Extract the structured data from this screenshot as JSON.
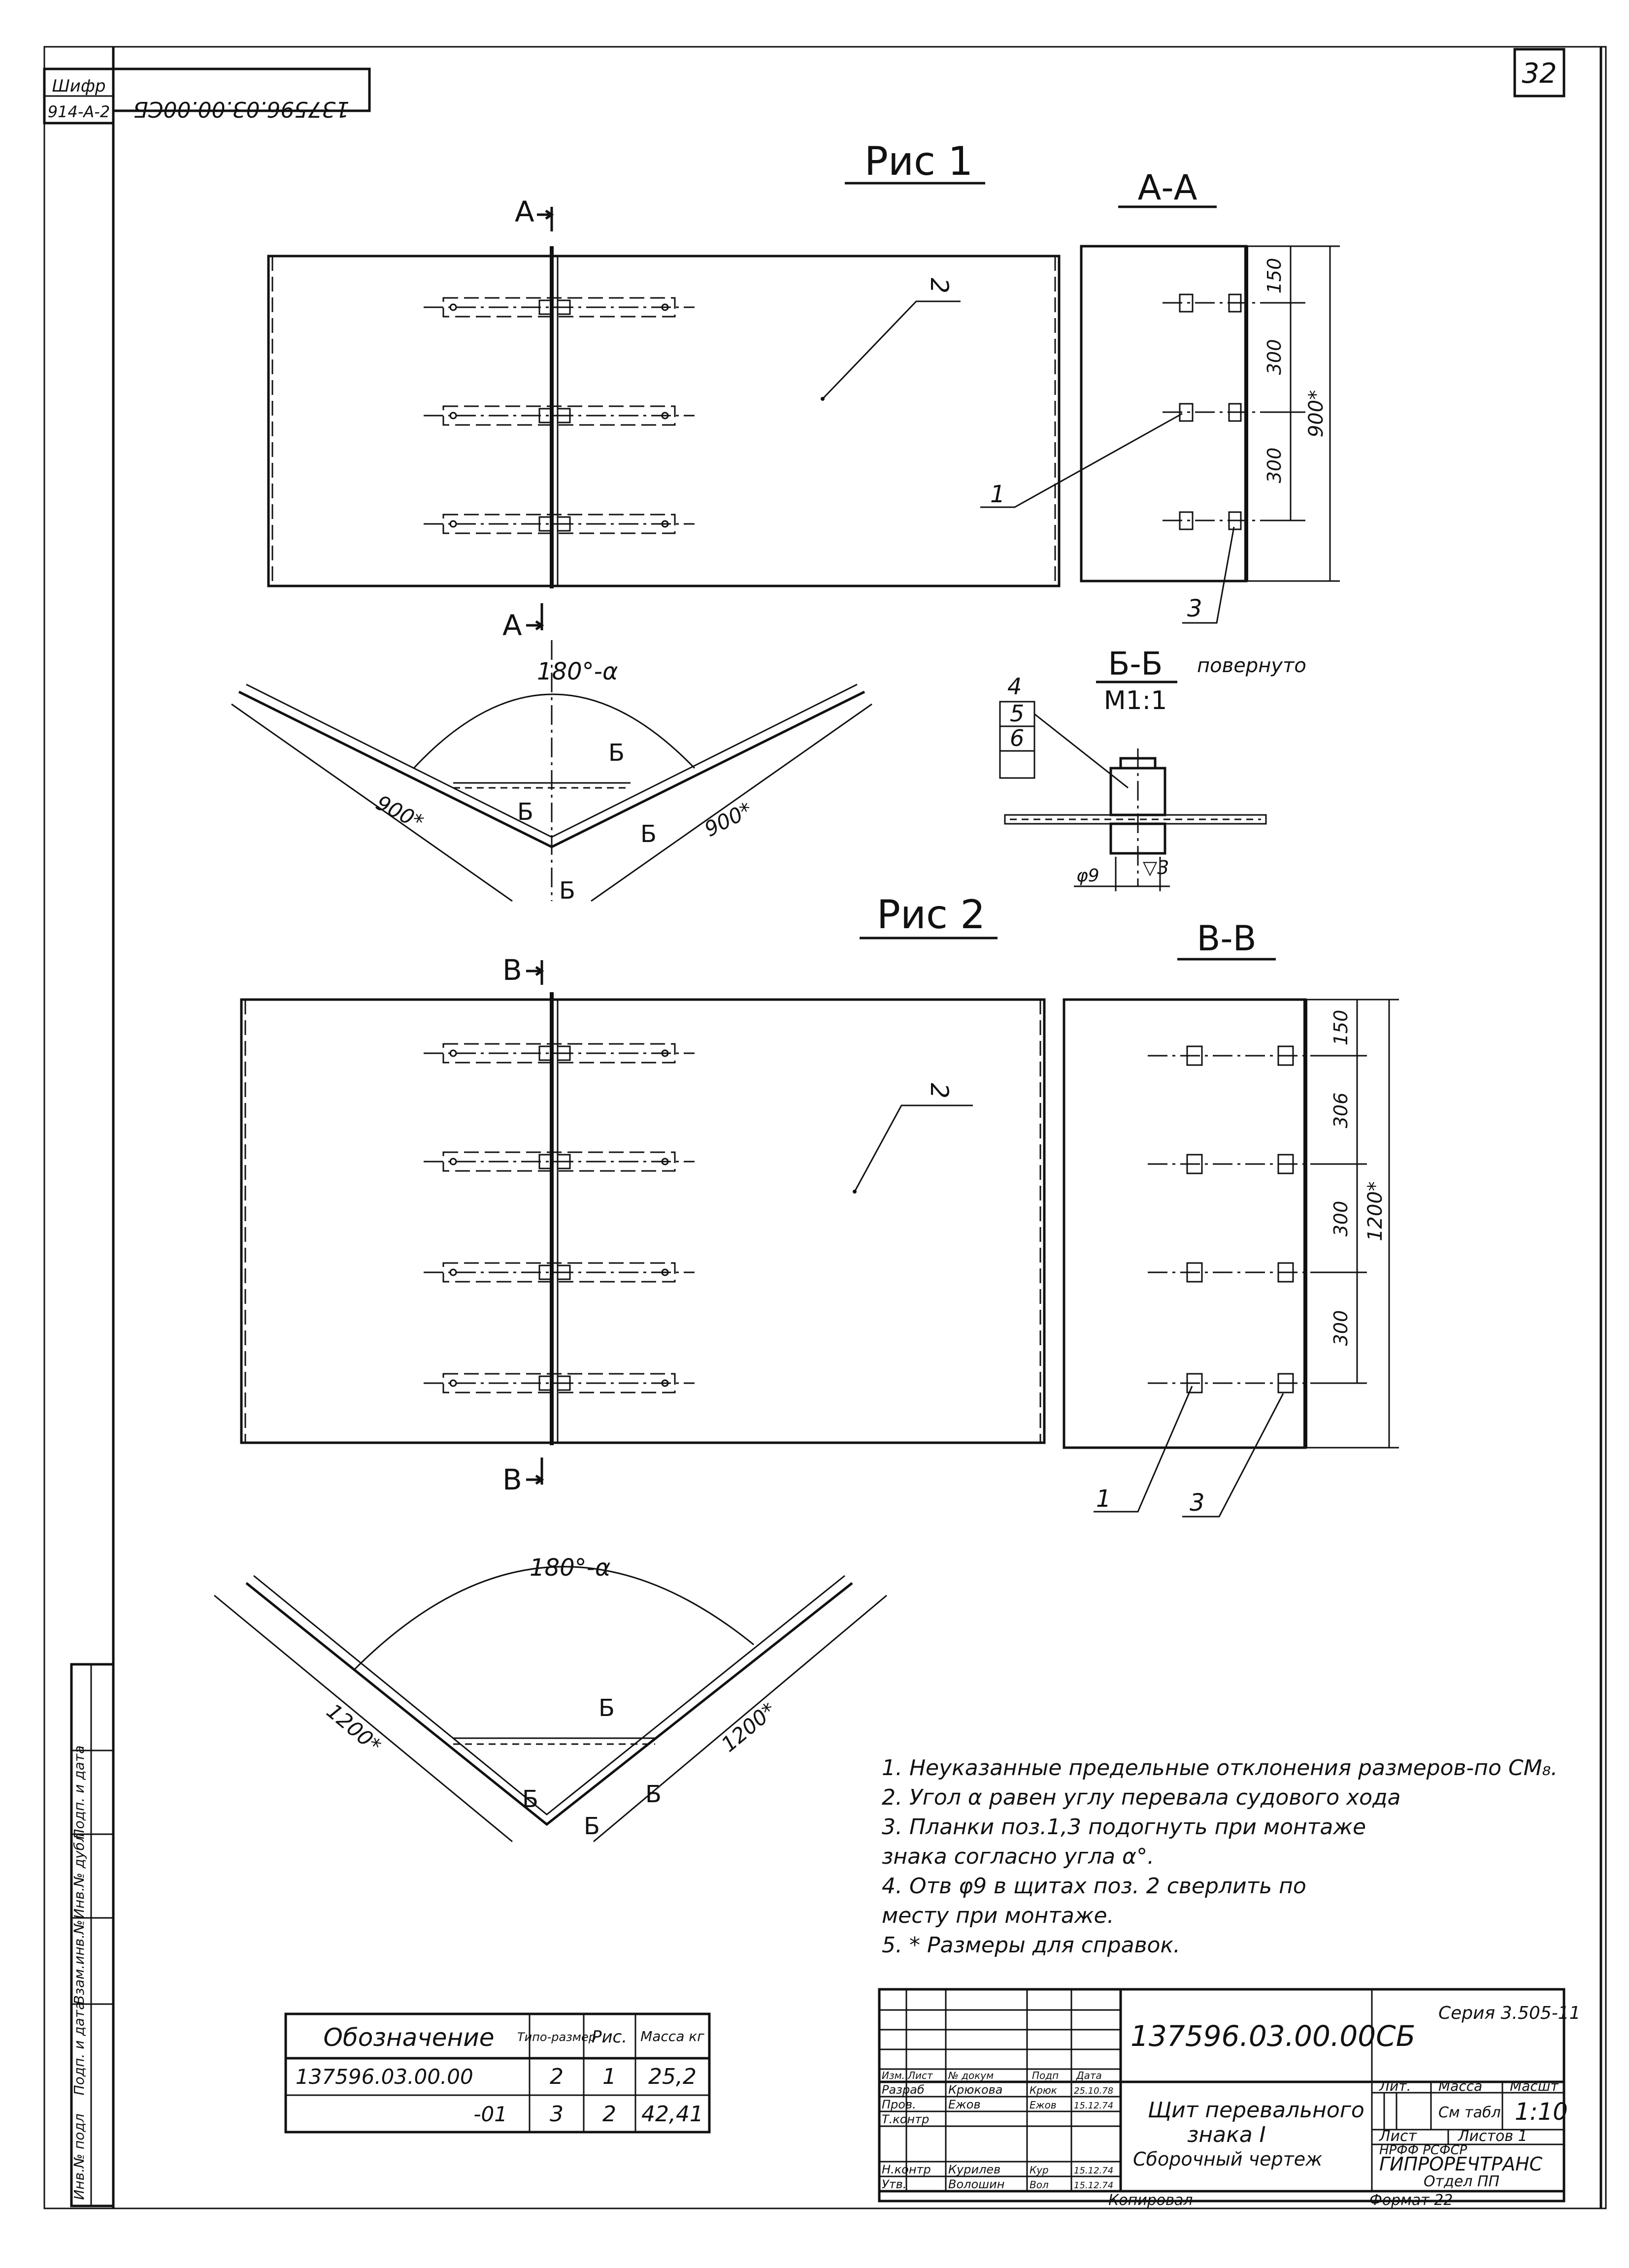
{
  "sheet_number": "32",
  "top_stamp": {
    "cipher_label": "Шифр",
    "cipher_value": "914-А-2",
    "mirrored_designation": "137596.03.00.00СБ"
  },
  "fig1": {
    "title": "Рис 1",
    "section_a_top": "А",
    "section_a_bottom": "А",
    "callout_2": "2",
    "angle_label": "180°-α",
    "dim_left": "900*",
    "dim_right": "900*",
    "cut_b1": "Б",
    "cut_b2": "Б",
    "cut_b3": "Б",
    "cut_b4": "Б"
  },
  "section_aa": {
    "title": "А-А",
    "dims": [
      "150",
      "300",
      "300"
    ],
    "overall": "900*",
    "callout_1": "1",
    "callout_3": "3"
  },
  "section_bb": {
    "title": "Б-Б",
    "subtitle": "повернуто",
    "scale": "М1:1",
    "callouts": [
      "4",
      "5",
      "6"
    ],
    "hole_dim": "φ9",
    "weld_mark": "▽3"
  },
  "fig2": {
    "title": "Рис 2",
    "section_v_top": "В",
    "section_v_bottom": "В",
    "callout_2": "2",
    "angle_label": "180°-α",
    "dim_left": "1200*",
    "dim_right": "1200*",
    "cut_b1": "Б",
    "cut_b2": "Б",
    "cut_b3": "Б",
    "cut_b4": "Б"
  },
  "section_vv": {
    "title": "В-В",
    "dims": [
      "150",
      "306",
      "300",
      "300"
    ],
    "overall": "1200*",
    "callout_1": "1",
    "callout_3": "3"
  },
  "notes": [
    "1.  Неуказанные предельные отклонения размеров-по СМ₈.",
    "2.  Угол α равен углу перевала судового хода",
    "3.  Планки поз.1,3 подогнуть при монтаже",
    "     знака согласно угла α°.",
    "4.  Отв φ9 в щитах поз. 2 сверлить по",
    "     месту при монтаже.",
    "5. * Размеры для справок."
  ],
  "variants_table": {
    "headers": [
      "Обозначение",
      "Типо-размер",
      "Рис.",
      "Масса кг"
    ],
    "rows": [
      [
        "137596.03.00.00",
        "2",
        "1",
        "25,2"
      ],
      [
        "-01",
        "3",
        "2",
        "42,41"
      ]
    ]
  },
  "title_block": {
    "designation": "137596.03.00.00СБ",
    "series": "Серия 3.505-11",
    "name_line1": "Щит перевального",
    "name_line2": "знака I",
    "name_line3": "Сборочный чертеж",
    "col_lit": "Лит.",
    "col_mass": "Масса",
    "col_scale": "Масшт",
    "mass_value": "См табл",
    "scale_value": "1:10",
    "sheet_label": "Лист",
    "sheets_label": "Листов 1",
    "org_line1": "НРФФ          РСФСР",
    "org_line2": "ГИПРОРЕЧТРАНС",
    "org_line3": "Отдел ПП",
    "header_cells": [
      "Изм.",
      "Лист",
      "№ докум",
      "Подп",
      "Дата"
    ],
    "roles": [
      {
        "role": "Разраб",
        "name": "Крюкова",
        "sign": "Крюк",
        "date": "25.10.78"
      },
      {
        "role": "Пров.",
        "name": "Ежов",
        "sign": "Ежов",
        "date": "15.12.74"
      },
      {
        "role": "Т.контр",
        "name": "",
        "sign": "",
        "date": ""
      },
      {
        "role": "Н.контр",
        "name": "Курилев",
        "sign": "Кур",
        "date": "15.12.74"
      },
      {
        "role": "Утв.",
        "name": "Волошин",
        "sign": "Вол",
        "date": "15.12.74"
      }
    ],
    "copied": "Копировал",
    "format": "Формат 22"
  },
  "side_stamp": [
    "Инв.№ подл",
    "Подп. и дата",
    "Взам.инв.№",
    "Инв.№ дубл",
    "Подп. и дата"
  ]
}
